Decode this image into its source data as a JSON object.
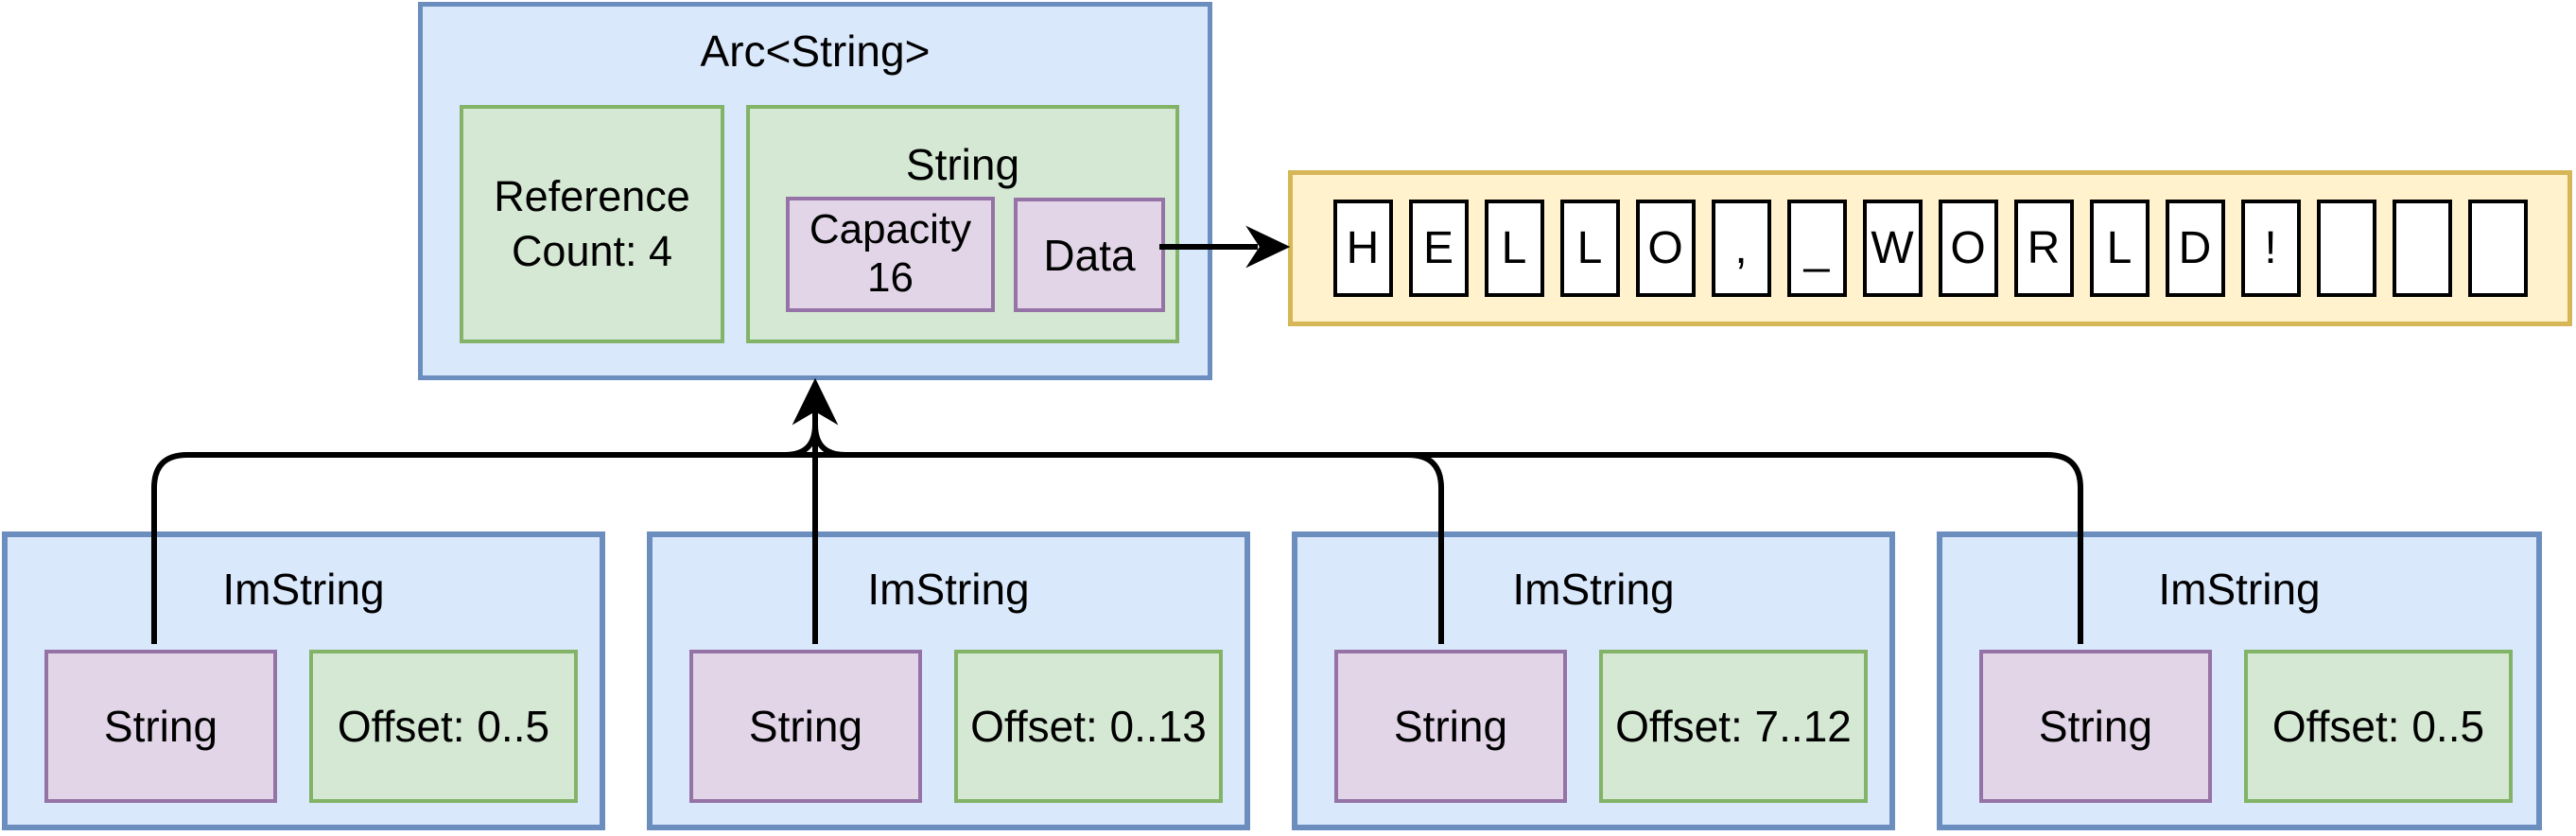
{
  "diagram": {
    "arc": {
      "title": "Arc<String>",
      "reference_count": {
        "line1": "Reference",
        "line2": "Count: 4"
      },
      "string": {
        "title": "String",
        "capacity": {
          "line1": "Capacity",
          "line2": "16"
        },
        "data_label": "Data"
      }
    },
    "buffer": {
      "cells": [
        "H",
        "E",
        "L",
        "L",
        "O",
        ",",
        "_",
        "W",
        "O",
        "R",
        "L",
        "D",
        "!",
        "",
        "",
        ""
      ]
    },
    "imstrings": [
      {
        "title": "ImString",
        "string_label": "String",
        "offset_label": "Offset: 0..5"
      },
      {
        "title": "ImString",
        "string_label": "String",
        "offset_label": "Offset: 0..13"
      },
      {
        "title": "ImString",
        "string_label": "String",
        "offset_label": "Offset: 7..12"
      },
      {
        "title": "ImString",
        "string_label": "String",
        "offset_label": "Offset: 0..5"
      }
    ],
    "colors": {
      "blue_fill": "#dae8fc",
      "blue_border": "#6c8ebf",
      "green_fill": "#d5e8d4",
      "green_border": "#82b366",
      "purple_fill": "#e1d5e7",
      "purple_border": "#9673a6",
      "yellow_fill": "#fff2cc",
      "yellow_border": "#d6b656",
      "line": "#000000"
    }
  }
}
